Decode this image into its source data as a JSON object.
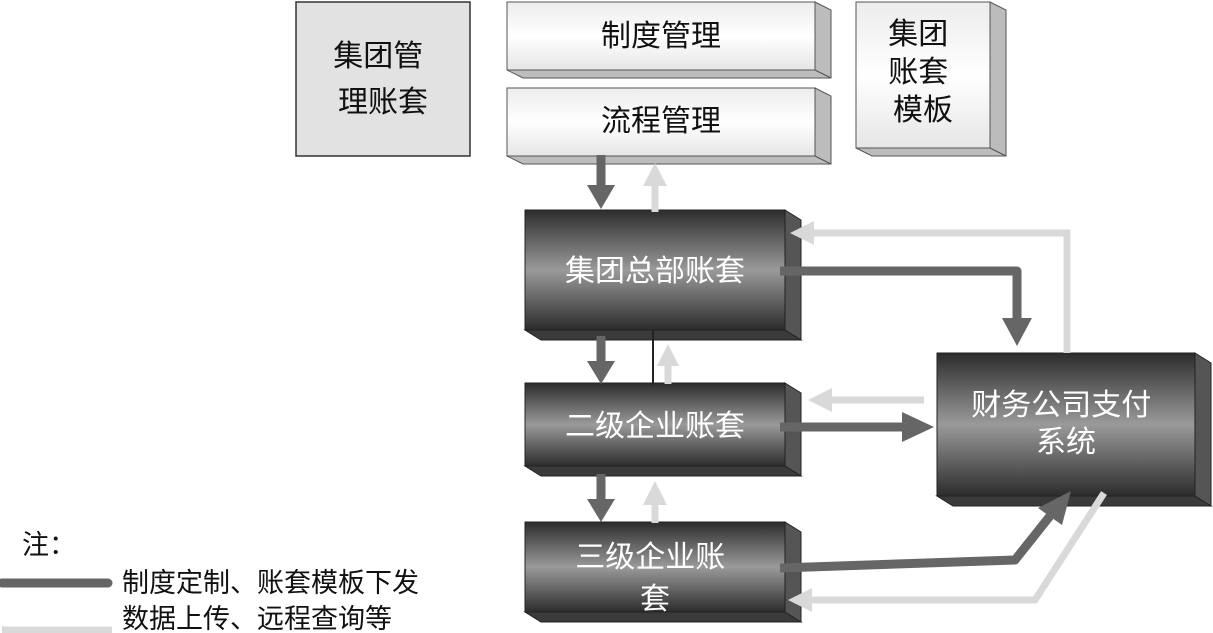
{
  "boxes": {
    "group_management": {
      "lines": [
        "集团管",
        "理账套"
      ]
    },
    "policy_management": {
      "lines": [
        "制度管理"
      ]
    },
    "process_management": {
      "lines": [
        "流程管理"
      ]
    },
    "group_template": {
      "lines": [
        "集团",
        "账套",
        "模板"
      ]
    },
    "group_hq": {
      "lines": [
        "集团总部账套"
      ]
    },
    "level2": {
      "lines": [
        "二级企业账套"
      ]
    },
    "level3": {
      "lines": [
        "三级企业账",
        "套"
      ]
    },
    "finance_company": {
      "lines": [
        "财务公司支付",
        "系统"
      ]
    }
  },
  "legend": {
    "title": "注：",
    "dark": {
      "label": "制度定制、账套模板下发",
      "color": "#666666"
    },
    "light": {
      "label": "数据上传、远程查询等",
      "color": "#d9d9d9"
    }
  },
  "colors": {
    "dark_arrow": "#666666",
    "light_arrow": "#d9d9d9"
  }
}
